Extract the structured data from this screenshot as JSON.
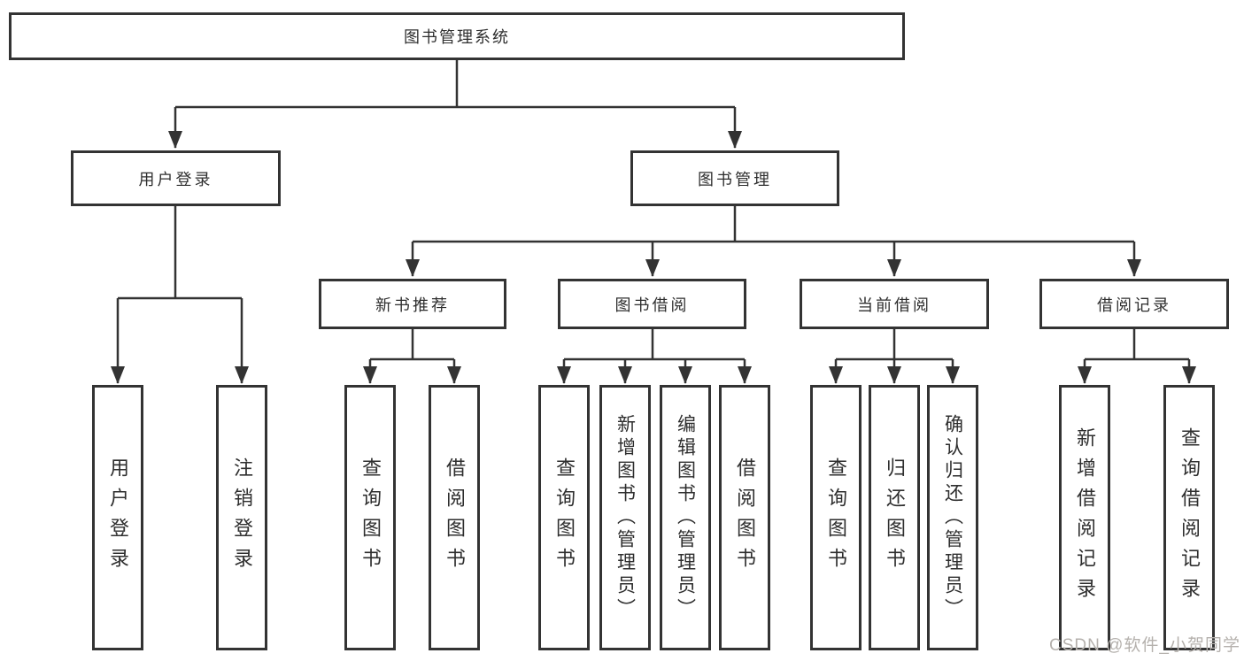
{
  "nodes": {
    "root": "图书管理系统",
    "level1": [
      "用户登录",
      "图书管理"
    ],
    "level2": [
      "新书推荐",
      "图书借阅",
      "当前借阅",
      "借阅记录"
    ],
    "leaves": {
      "user_login": [
        "用户登录",
        "注销登录"
      ],
      "new_book_recommend": [
        "查询图书",
        "借阅图书"
      ],
      "book_borrow": [
        "查询图书",
        "新增图书（管理员）",
        "编辑图书（管理员）",
        "借阅图书"
      ],
      "current_borrow": [
        "查询图书",
        "归还图书",
        "确认归还（管理员）"
      ],
      "borrow_records": [
        "新增借阅记录",
        "查询借阅记录"
      ]
    }
  },
  "watermark": "CSDN @软件_小贺同学",
  "colors": {
    "line": "#333333",
    "box_border": "#333333",
    "box_background": "#ffffff",
    "text": "#2e2e2e",
    "watermark": "#b5b1ad"
  }
}
